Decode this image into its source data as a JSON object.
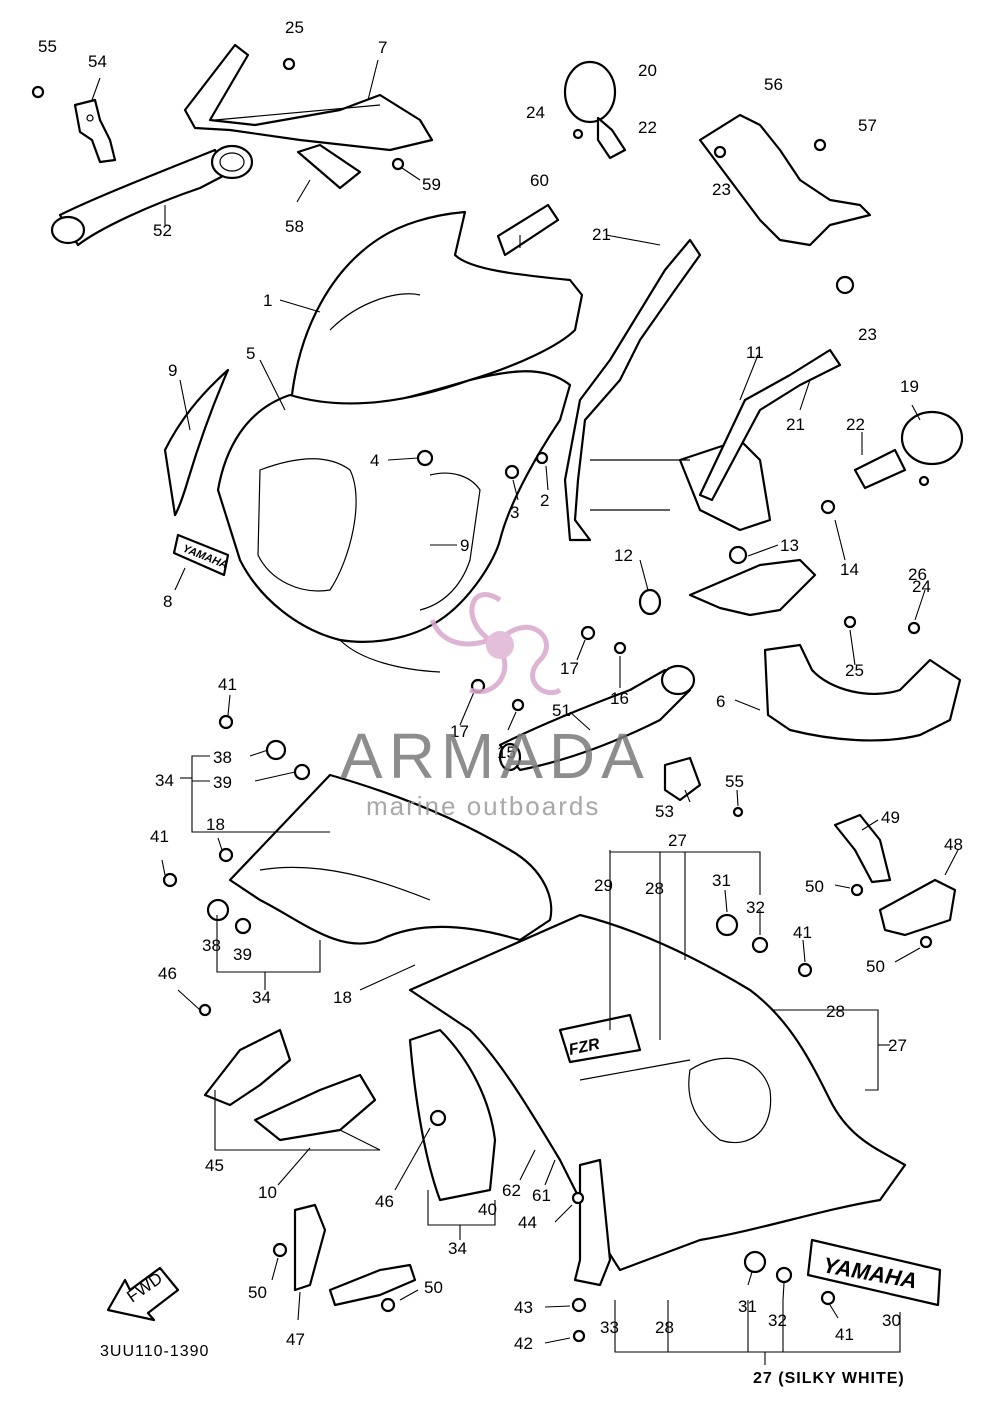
{
  "diagram": {
    "code": "3UU110-1390",
    "note": "27 (SILKY WHITE)",
    "fwd_label": "FWD",
    "decals": {
      "yamaha_small": "YAMAHA",
      "yamaha_large": "YAMAHA",
      "fzr": "FZR"
    },
    "watermark": {
      "title": "ARMADA",
      "subtitle": "marine outboards",
      "color": "#c66aa3"
    }
  },
  "callouts": [
    "55",
    "54",
    "25",
    "7",
    "20",
    "24",
    "22",
    "56",
    "57",
    "23",
    "52",
    "58",
    "59",
    "60",
    "21",
    "1",
    "5",
    "9",
    "4",
    "2",
    "3",
    "11",
    "21",
    "22",
    "19",
    "8",
    "9",
    "12",
    "13",
    "14",
    "24",
    "26",
    "17",
    "16",
    "17",
    "15",
    "51",
    "25",
    "6",
    "41",
    "38",
    "34",
    "39",
    "55",
    "53",
    "27",
    "18",
    "41",
    "29",
    "28",
    "31",
    "32",
    "49",
    "48",
    "50",
    "38",
    "39",
    "41",
    "46",
    "34",
    "18",
    "28",
    "27",
    "50",
    "45",
    "10",
    "46",
    "40",
    "62",
    "61",
    "44",
    "34",
    "50",
    "50",
    "47",
    "43",
    "42",
    "33",
    "28",
    "31",
    "32",
    "41",
    "30",
    "23"
  ]
}
